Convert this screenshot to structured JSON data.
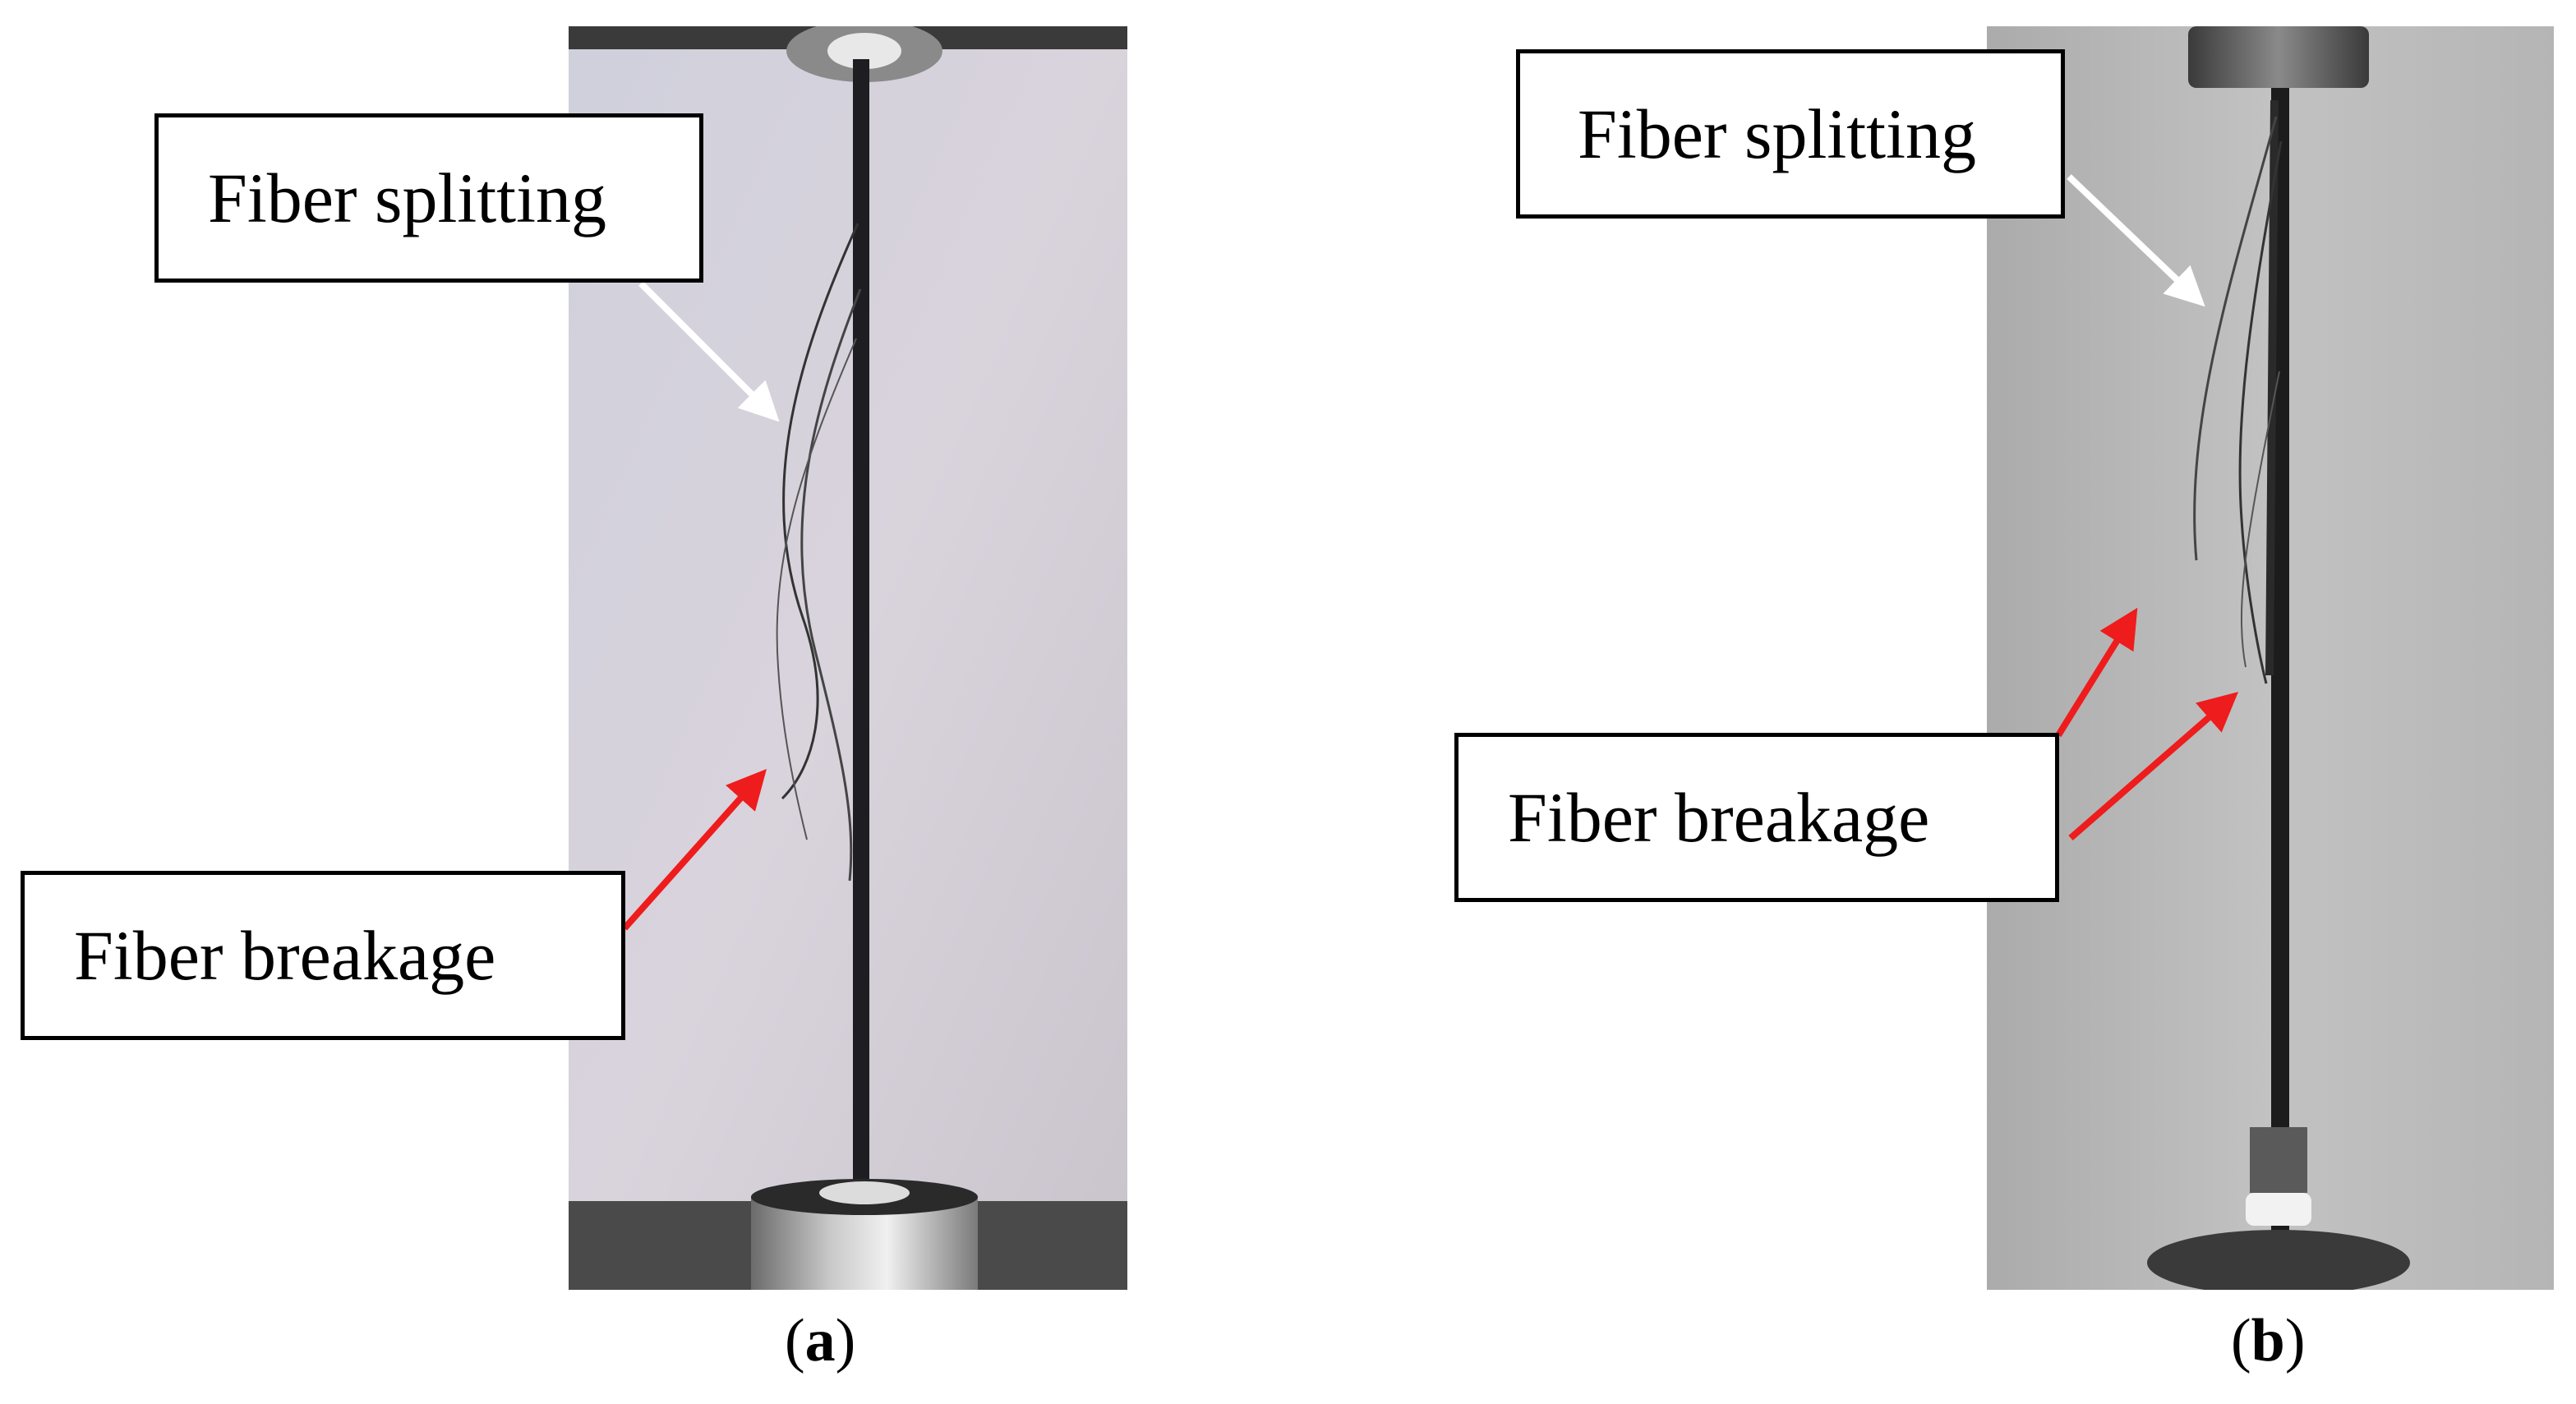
{
  "figure": {
    "panel_a": {
      "label_splitting": "Fiber splitting",
      "label_breakage": "Fiber breakage",
      "caption_open": "(",
      "caption_letter": "a",
      "caption_close": ")"
    },
    "panel_b": {
      "label_splitting": "Fiber splitting",
      "label_breakage": "Fiber breakage",
      "caption_open": "(",
      "caption_letter": "b",
      "caption_close": ")"
    },
    "colors": {
      "splitting_arrow": "#ffffff",
      "breakage_arrow": "#ee1c1c",
      "callout_border": "#000000",
      "photo_a_background": "#d8d4dc",
      "photo_b_background": "#bdbdbd"
    }
  }
}
